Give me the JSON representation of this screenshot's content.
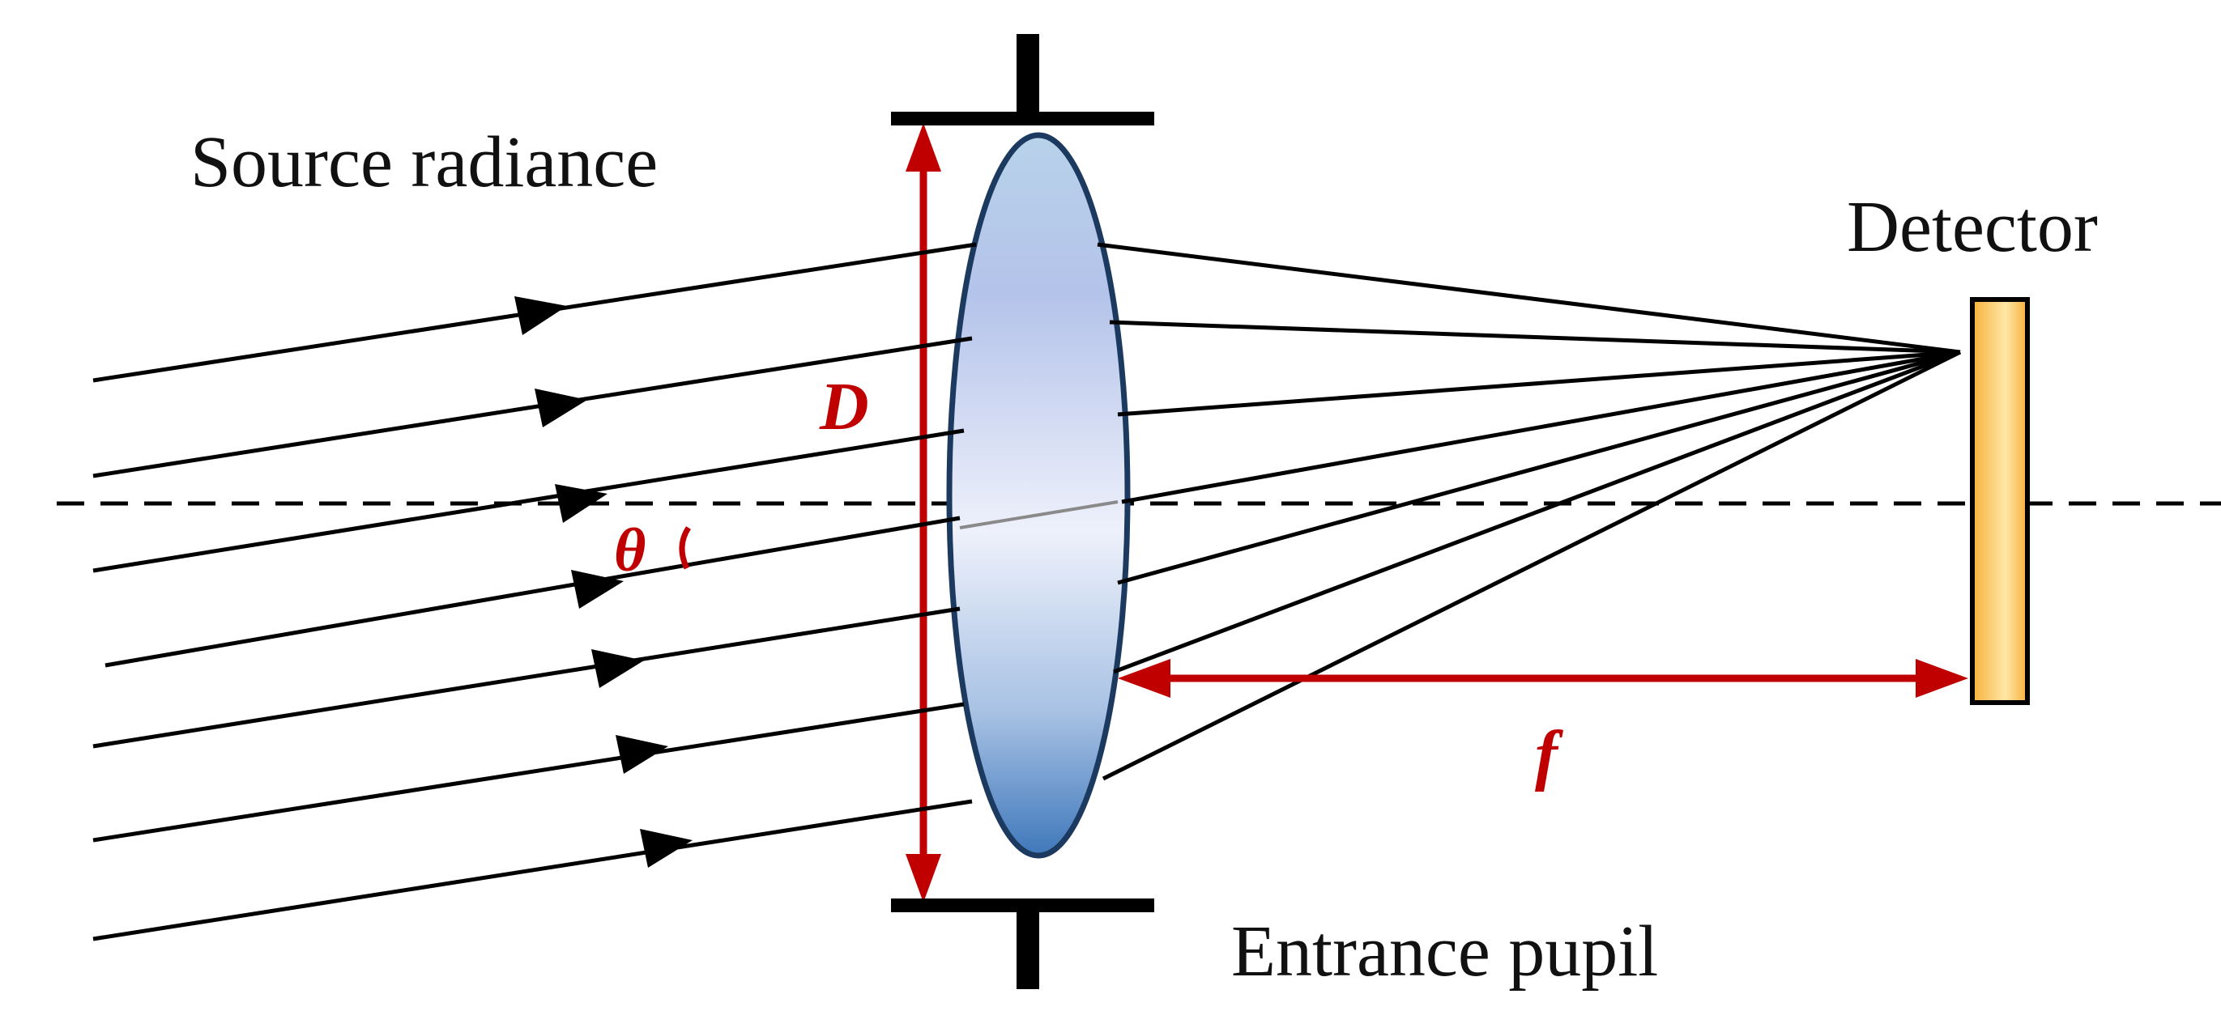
{
  "labels": {
    "source": "Source radiance",
    "detector": "Detector",
    "entrance_pupil": "Entrance pupil",
    "aperture_symbol": "D",
    "focal_symbol": "f",
    "angle_symbol": "θ"
  },
  "colors": {
    "rays": "#000000",
    "dimension": "#c00000",
    "lens_top": "#b8d2ea",
    "lens_mid": "#eef1fb",
    "lens_bottom": "#3f78bb",
    "lens_outline": "#1c3a5f",
    "detector_fill": "#f7b03a",
    "detector_light": "#ffe7a6",
    "stop": "#000000"
  },
  "icons": {
    "ray_arrow": "filled-triangle-arrowhead",
    "dimension_arrow": "double-headed-red-arrow"
  }
}
